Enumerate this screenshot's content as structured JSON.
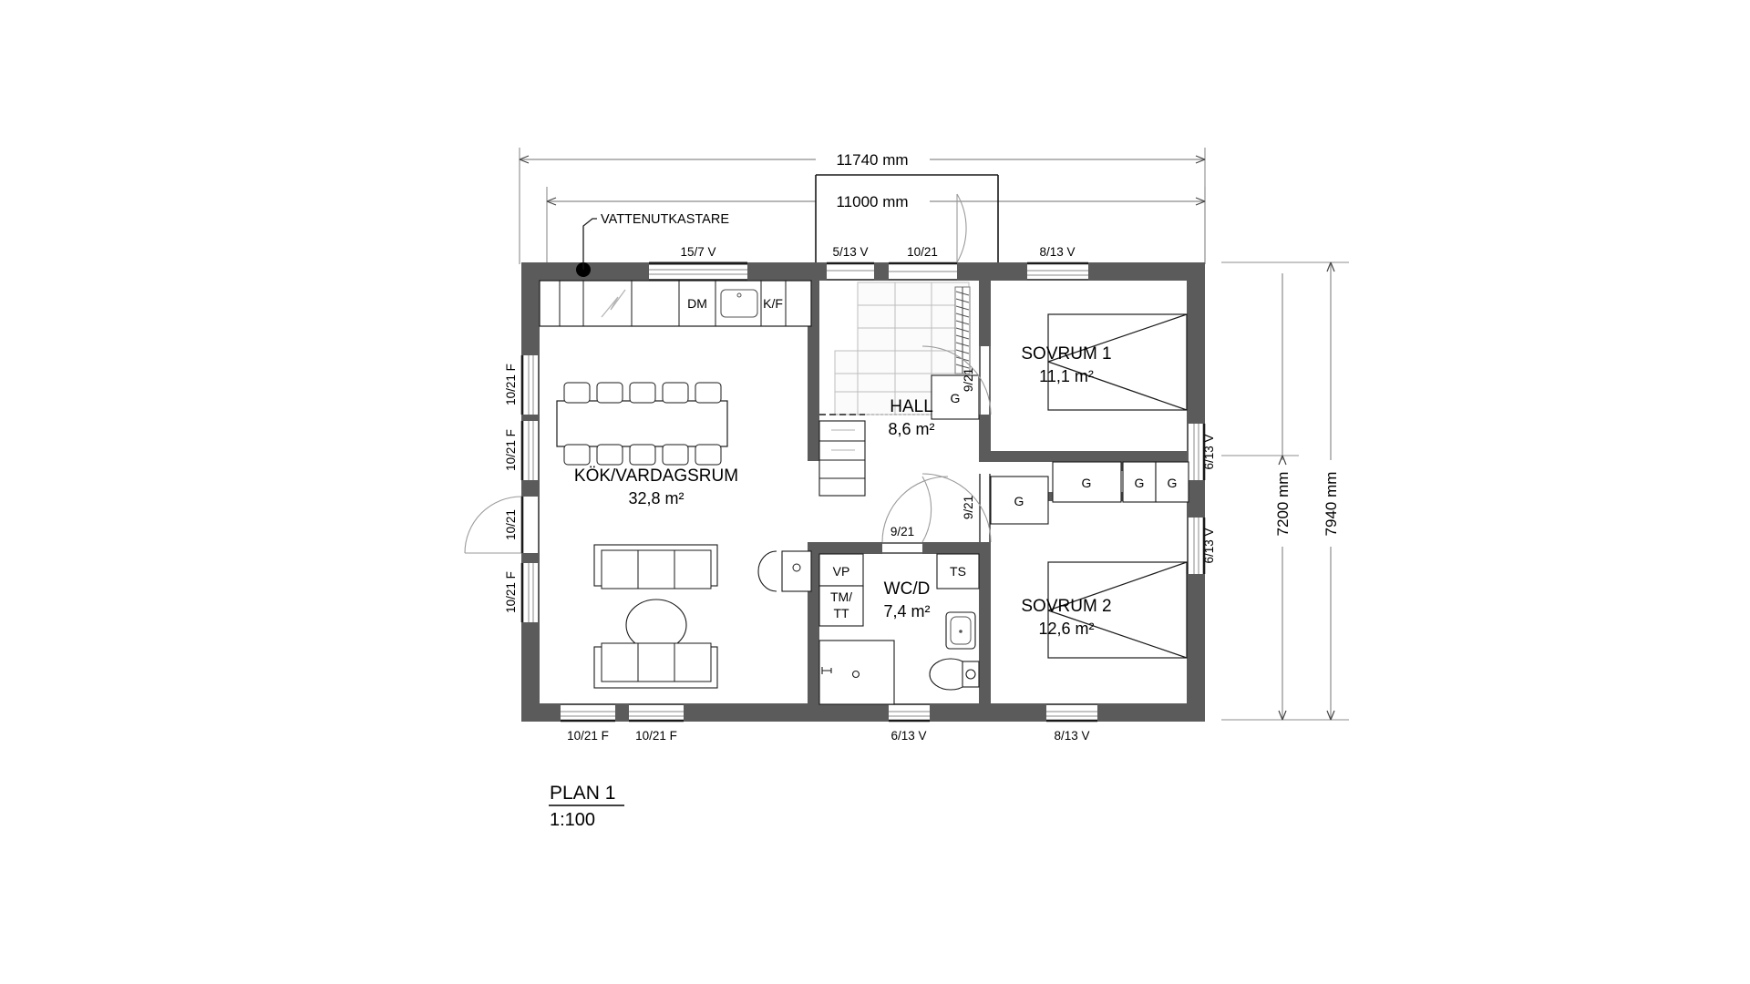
{
  "drawing": {
    "title": "PLAN 1",
    "scale": "1:100",
    "note_label": "VATTENUTKASTARE"
  },
  "dimensions": {
    "top_outer": "11740 mm",
    "top_inner": "11000 mm",
    "right_inner": "7200 mm",
    "right_outer": "7940 mm"
  },
  "rooms": [
    {
      "name": "KÖK/VARDAGSRUM",
      "area": "32,8 m²"
    },
    {
      "name": "HALL",
      "area": "8,6 m²"
    },
    {
      "name": "SOVRUM 1",
      "area": "11,1 m²"
    },
    {
      "name": "SOVRUM 2",
      "area": "12,6 m²"
    },
    {
      "name": "WC/D",
      "area": "7,4 m²"
    }
  ],
  "appliances": {
    "dishwasher": "DM",
    "fridge_freezer": "K/F",
    "heatpump": "VP",
    "washer_dryer": "TM/\nTT",
    "washer_dryer_line1": "TM/",
    "washer_dryer_line2": "TT",
    "drying_cabinet": "TS"
  },
  "closets": {
    "hall_g": "G",
    "bed_g1": "G",
    "bed_g2": "G",
    "bed_g3": "G"
  },
  "openings": {
    "top": [
      {
        "label": "15/7 V"
      },
      {
        "label": "5/13 V"
      },
      {
        "label": "10/21"
      },
      {
        "label": "8/13 V"
      }
    ],
    "left": [
      {
        "label": "10/21 F"
      },
      {
        "label": "10/21 F"
      },
      {
        "label": "10/21"
      },
      {
        "label": "10/21 F"
      }
    ],
    "right": [
      {
        "label": "6/13 V"
      },
      {
        "label": "6/13 V"
      }
    ],
    "bottom": [
      {
        "label": "10/21 F"
      },
      {
        "label": "10/21 F"
      },
      {
        "label": "6/13 V"
      },
      {
        "label": "8/13 V"
      }
    ],
    "interior": [
      {
        "label": "9/21"
      },
      {
        "label": "9/21"
      },
      {
        "label": "9/21"
      }
    ]
  },
  "colors": {
    "wall": "#5b5b5b",
    "line": "#1a1a1a",
    "dimline": "#8c8c8c",
    "furniture": "#333333",
    "background": "#ffffff"
  }
}
